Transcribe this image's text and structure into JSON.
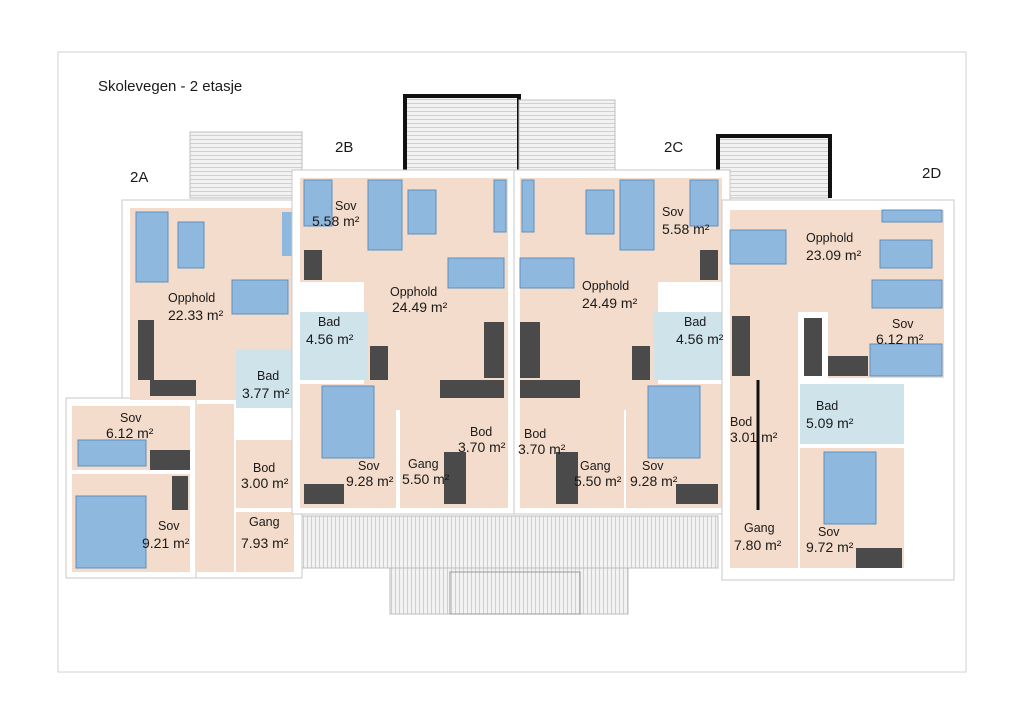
{
  "title": "Skolevegen - 2 etasje",
  "units": {
    "2A": "2A",
    "2B": "2B",
    "2C": "2C",
    "2D": "2D"
  },
  "rooms": {
    "a_opphold": {
      "name": "Opphold",
      "area": "22.33 m²"
    },
    "a_bad": {
      "name": "Bad",
      "area": "3.77 m²"
    },
    "a_sov1": {
      "name": "Sov",
      "area": "6.12 m²"
    },
    "a_bod": {
      "name": "Bod",
      "area": "3.00 m²"
    },
    "a_sov2": {
      "name": "Sov",
      "area": "9.21 m²"
    },
    "a_gang": {
      "name": "Gang",
      "area": "7.93 m²"
    },
    "b_sov1": {
      "name": "Sov",
      "area": "5.58 m²"
    },
    "b_opphold": {
      "name": "Opphold",
      "area": "24.49 m²"
    },
    "b_bad": {
      "name": "Bad",
      "area": "4.56 m²"
    },
    "b_bod": {
      "name": "Bod",
      "area": "3.70 m²"
    },
    "b_sov2": {
      "name": "Sov",
      "area": "9.28 m²"
    },
    "b_gang": {
      "name": "Gang",
      "area": "5.50 m²"
    },
    "c_sov1": {
      "name": "Sov",
      "area": "5.58 m²"
    },
    "c_opphold": {
      "name": "Opphold",
      "area": "24.49 m²"
    },
    "c_bad": {
      "name": "Bad",
      "area": "4.56 m²"
    },
    "c_bod": {
      "name": "Bod",
      "area": "3.70 m²"
    },
    "c_gang": {
      "name": "Gang",
      "area": "5.50 m²"
    },
    "c_sov2": {
      "name": "Sov",
      "area": "9.28 m²"
    },
    "d_opphold": {
      "name": "Opphold",
      "area": "23.09 m²"
    },
    "d_sov1": {
      "name": "Sov",
      "area": "6.12 m²"
    },
    "d_bod": {
      "name": "Bod",
      "area": "3.01 m²"
    },
    "d_bad": {
      "name": "Bad",
      "area": "5.09 m²"
    },
    "d_gang": {
      "name": "Gang",
      "area": "7.80 m²"
    },
    "d_sov2": {
      "name": "Sov",
      "area": "9.72 m²"
    }
  },
  "colors": {
    "floor": "#f3dccb",
    "wet": "#cfe3ea",
    "furniture": "#8fb8df",
    "furniture_edge": "#5f8fbd",
    "counter": "#4a4a4a",
    "wall": "#ffffff",
    "balcony": "#e9e9e9"
  }
}
